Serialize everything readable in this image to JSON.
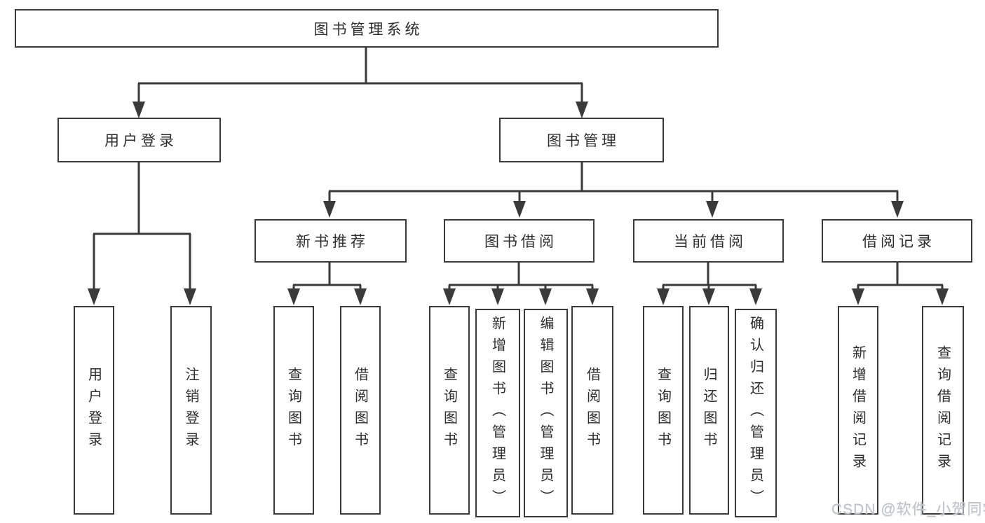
{
  "colors": {
    "line": "#3a3a3a",
    "text": "#2d2d2d",
    "watermark": "#bfc3c9",
    "background": "#ffffff"
  },
  "diagram": {
    "root": {
      "label": "图书管理系统"
    },
    "user_login": {
      "label": "用户登录",
      "children": [
        {
          "label": "用户登录"
        },
        {
          "label": "注销登录"
        }
      ]
    },
    "book_management": {
      "label": "图书管理",
      "sections": [
        {
          "label": "新书推荐",
          "children": [
            {
              "label": "查询图书"
            },
            {
              "label": "借阅图书"
            }
          ]
        },
        {
          "label": "图书借阅",
          "children": [
            {
              "label": "查询图书"
            },
            {
              "label": "新增图书（管理员）"
            },
            {
              "label": "编辑图书（管理员）"
            },
            {
              "label": "借阅图书"
            }
          ]
        },
        {
          "label": "当前借阅",
          "children": [
            {
              "label": "查询图书"
            },
            {
              "label": "归还图书"
            },
            {
              "label": "确认归还（管理员）"
            }
          ]
        },
        {
          "label": "借阅记录",
          "children": [
            {
              "label": "新增借阅记录"
            },
            {
              "label": "查询借阅记录"
            }
          ]
        }
      ]
    }
  },
  "watermark": {
    "text": "CSDN @软件_小贺同学"
  }
}
